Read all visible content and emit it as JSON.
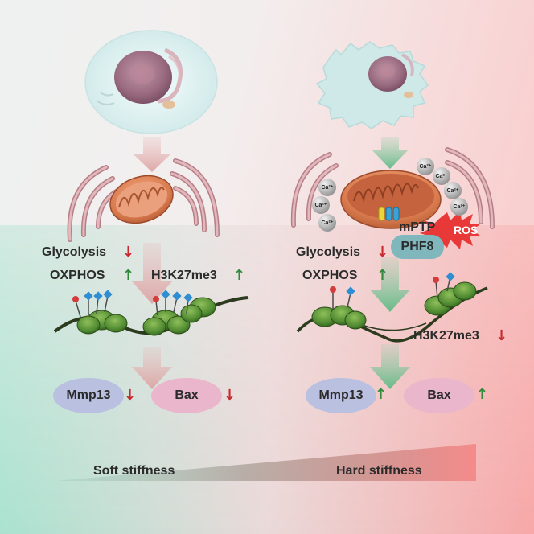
{
  "left_panel": {
    "glycolysis_label": "Glycolysis",
    "glycolysis_trend": "↓",
    "oxphos_label": "OXPHOS",
    "oxphos_trend": "↑",
    "histone_label": "H3K27me3",
    "histone_trend": "↑",
    "mmp13_label": "Mmp13",
    "mmp13_trend": "↓",
    "bax_label": "Bax",
    "bax_trend": "↓"
  },
  "right_panel": {
    "calcium_label": "Ca²⁺",
    "mptp_label": "mPTP",
    "ros_label": "ROS",
    "phf8_label": "PHF8",
    "glycolysis_label": "Glycolysis",
    "glycolysis_trend": "↓",
    "oxphos_label": "OXPHOS",
    "oxphos_trend": "↑",
    "histone_label": "H3K27me3",
    "histone_trend": "↓",
    "mmp13_label": "Mmp13",
    "mmp13_trend": "↑",
    "bax_label": "Bax",
    "bax_trend": "↑"
  },
  "stiffness_bar": {
    "soft_label": "Soft stiffness",
    "hard_label": "Hard stiffness"
  },
  "colors": {
    "up_arrow": "#2f8a3a",
    "down_arrow": "#c8282e",
    "soft_background": "#b8e6d5",
    "hard_background": "#f7a8a8",
    "mmp13_pill": "#b9c0e0",
    "bax_pill": "#eab6cc",
    "phf8_pill": "#7fb7bd",
    "ros_burst": "#e83838"
  }
}
